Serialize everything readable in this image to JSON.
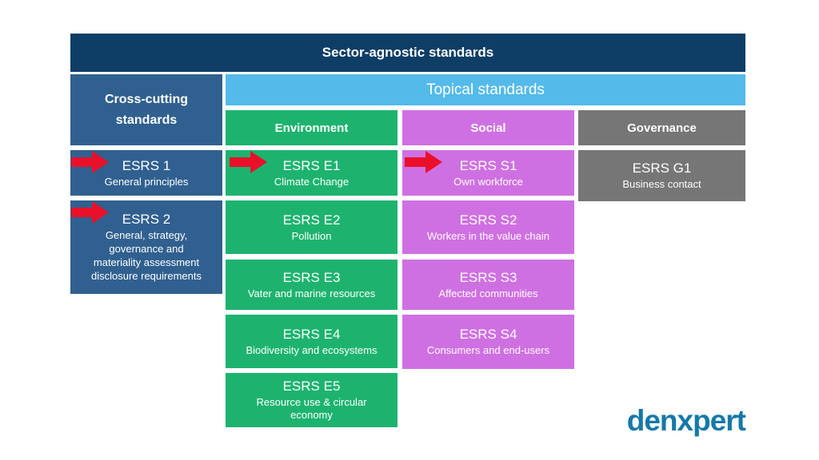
{
  "header": {
    "title": "Sector-agnostic standards"
  },
  "cross_cutting": {
    "title": "Cross-cutting standards",
    "cards": [
      {
        "code": "ESRS 1",
        "label": "General principles"
      },
      {
        "code": "ESRS 2",
        "label": "General, strategy, governance and materiality assessment disclosure requirements"
      }
    ]
  },
  "topical": {
    "title": "Topical standards",
    "columns": [
      {
        "name": "Environment",
        "cards": [
          {
            "code": "ESRS E1",
            "label": "Climate Change"
          },
          {
            "code": "ESRS E2",
            "label": "Pollution"
          },
          {
            "code": "ESRS E3",
            "label": "Vater and marine resources"
          },
          {
            "code": "ESRS E4",
            "label": "Biodiversity and ecosystems"
          },
          {
            "code": "ESRS E5",
            "label": "Resource use & circular economy"
          }
        ]
      },
      {
        "name": "Social",
        "cards": [
          {
            "code": "ESRS S1",
            "label": "Own workforce"
          },
          {
            "code": "ESRS S2",
            "label": "Workers in the value chain"
          },
          {
            "code": "ESRS S3",
            "label": "Affected communities"
          },
          {
            "code": "ESRS S4",
            "label": "Consumers and end-users"
          }
        ]
      },
      {
        "name": "Governance",
        "cards": [
          {
            "code": "ESRS G1",
            "label": "Business contact"
          }
        ]
      }
    ]
  },
  "arrows": {
    "description": "red arrows highlighting ESRS 1, ESRS 2, ESRS E1, ESRS S1",
    "targets": [
      "ESRS 1",
      "ESRS 2",
      "ESRS E1",
      "ESRS S1"
    ]
  },
  "logo": {
    "text": "denxpert"
  },
  "colors": {
    "header_navy": "#0e3e66",
    "cross_cutting_blue": "#30608f",
    "topical_light_blue": "#53baea",
    "environment_green": "#1db36f",
    "social_purple": "#cf70e2",
    "governance_gray": "#767676",
    "arrow_red": "#e9102a",
    "logo_blue": "#1579a8",
    "text_white": "#ffffff"
  }
}
